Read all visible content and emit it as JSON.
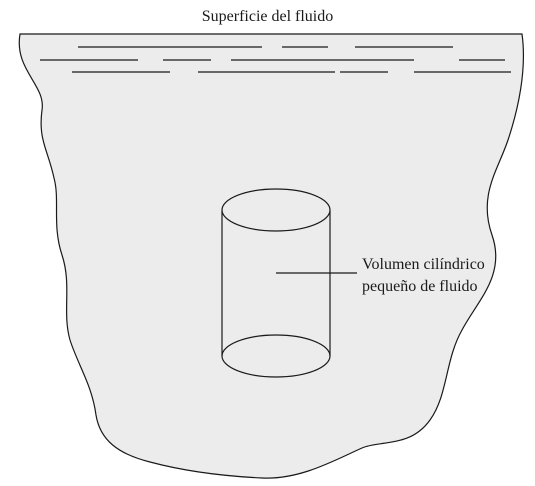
{
  "labels": {
    "surface": "Superficie del fluido",
    "cylinder_line1": "Volumen cilíndrico",
    "cylinder_line2": "pequeño de fluido"
  },
  "colors": {
    "fluid_fill": "#ececec",
    "stroke": "#1a1a1a",
    "background": "#ffffff"
  }
}
